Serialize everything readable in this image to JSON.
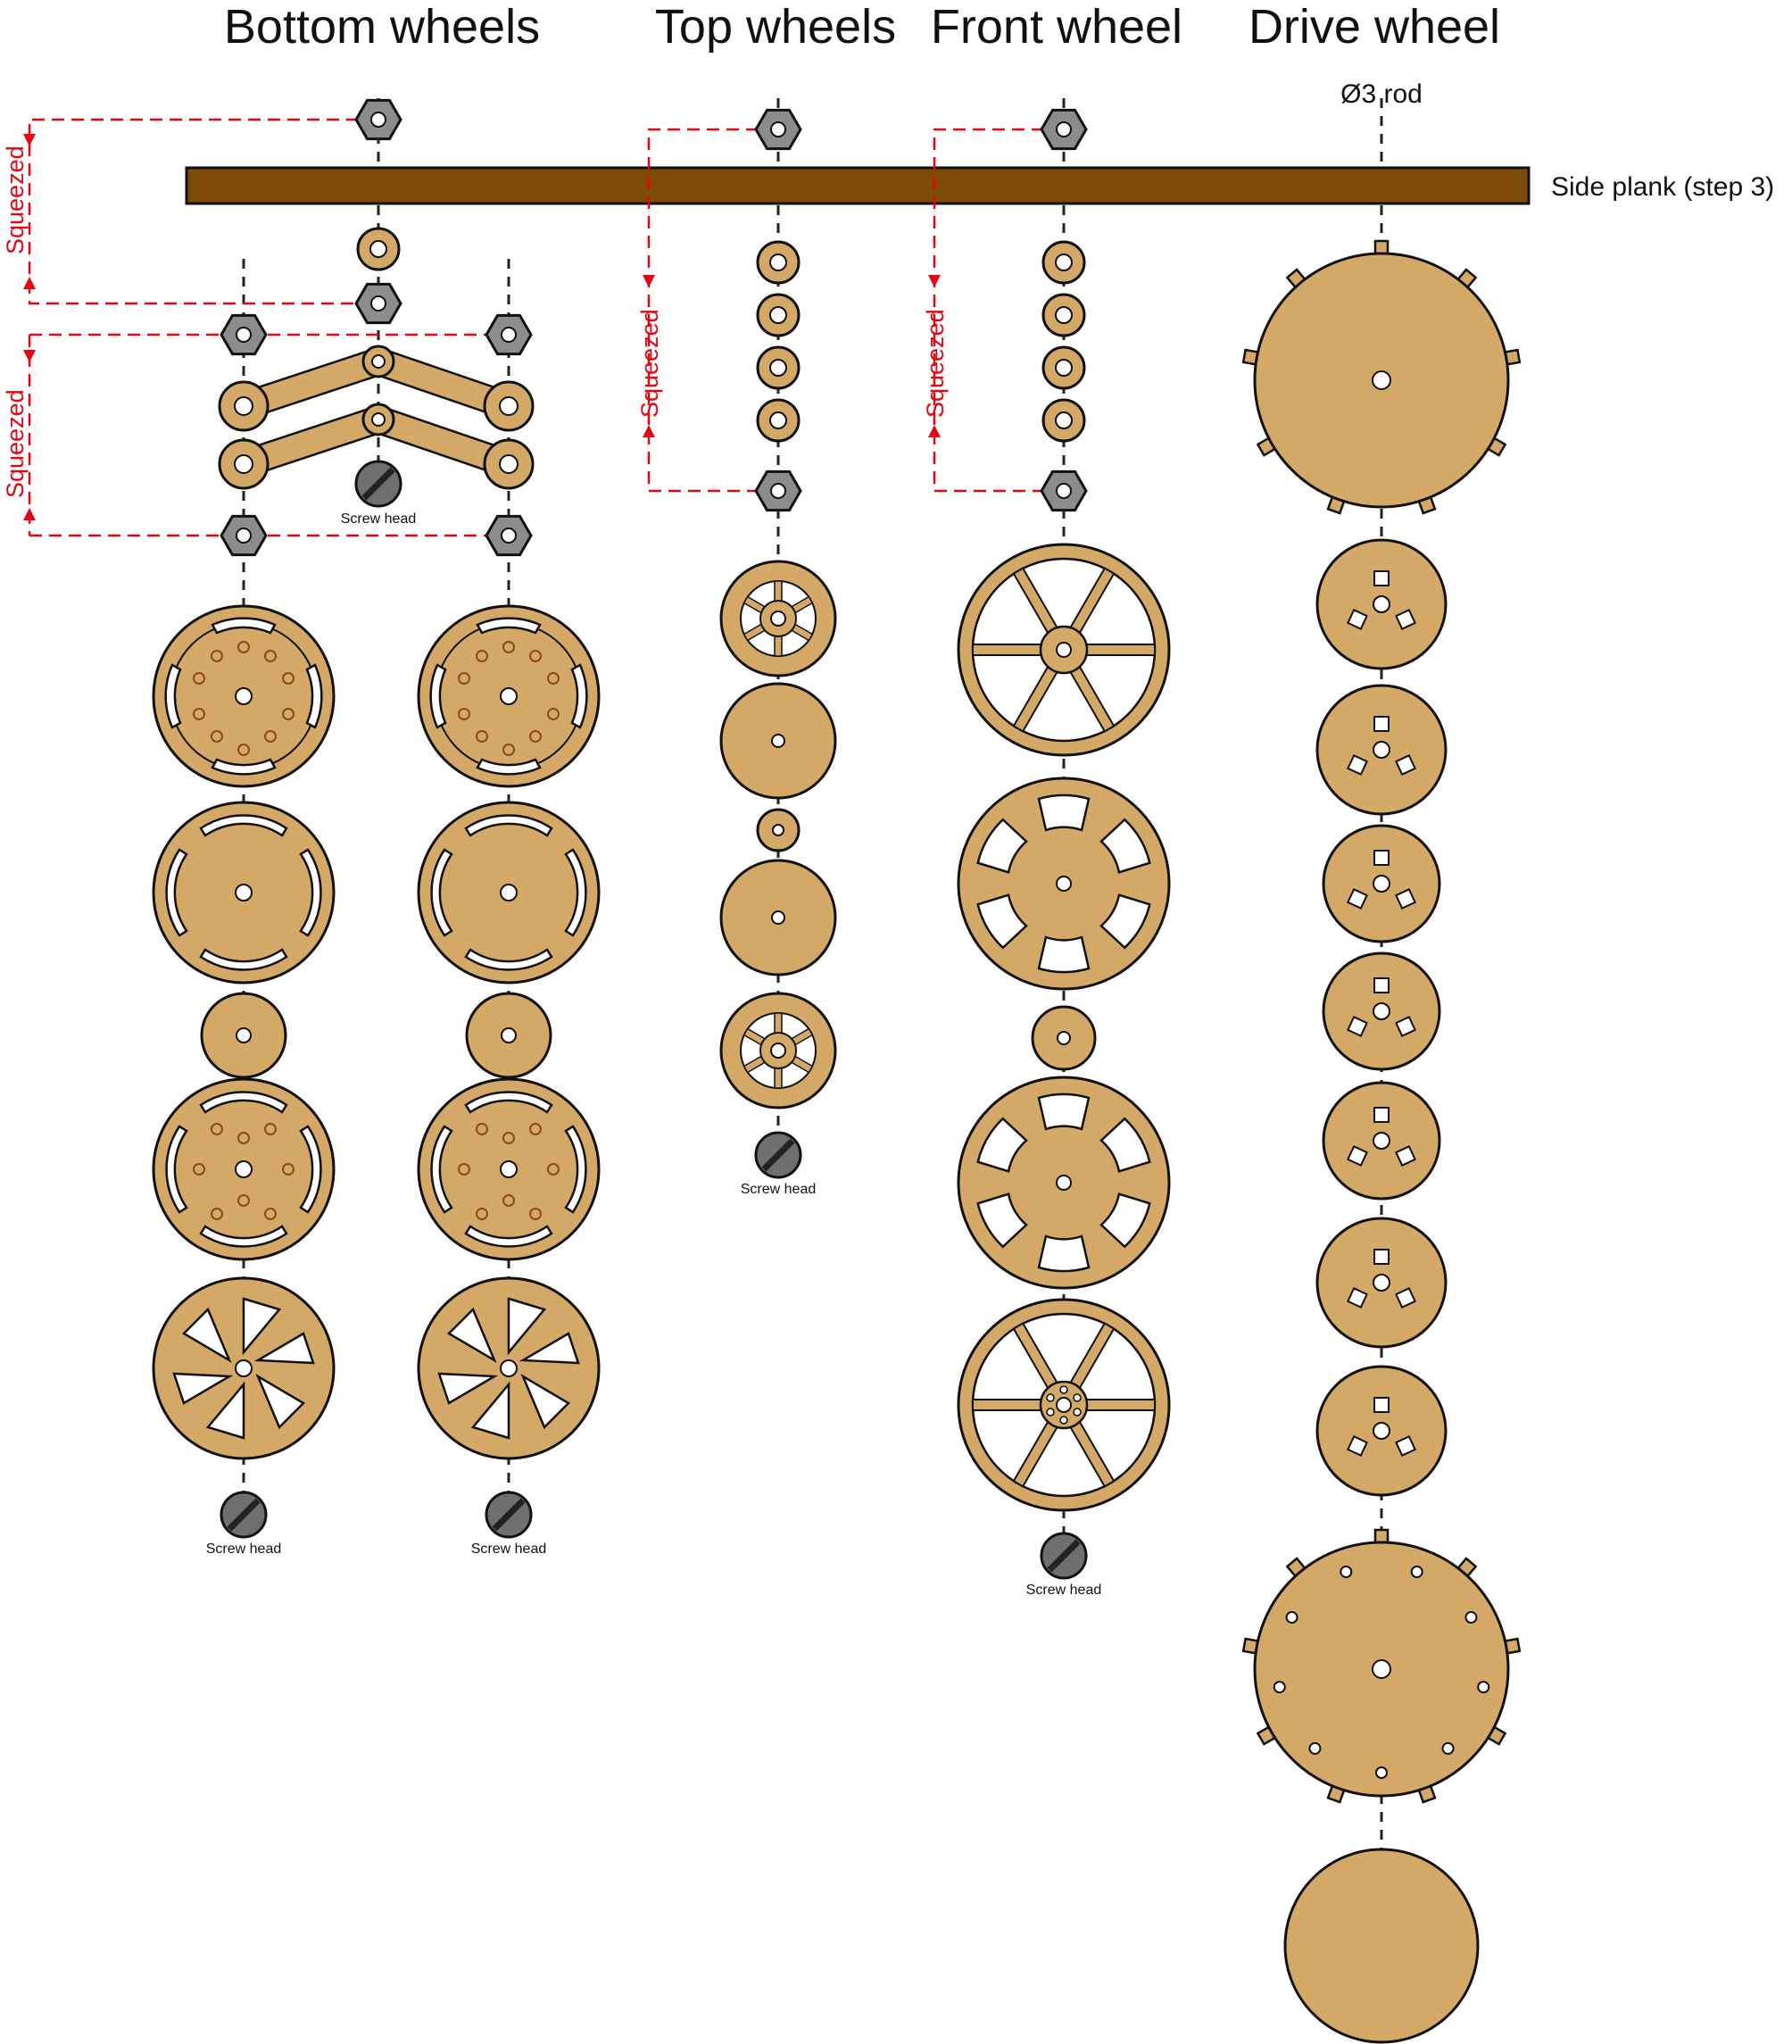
{
  "titles": {
    "bottom": "Bottom wheels",
    "top": "Top wheels",
    "front": "Front wheel",
    "drive": "Drive wheel"
  },
  "labels": {
    "rod": "Ø3 rod",
    "plank": "Side plank (step 3)",
    "screw_head": "Screw head",
    "squeezed": "Squeezed"
  },
  "colors": {
    "wood": "#d4a866",
    "plank": "#7e4a08",
    "nut": "#8c8c8c",
    "squeeze_line": "#e30613",
    "screw": "#6f6f6f",
    "outline": "#111111"
  }
}
